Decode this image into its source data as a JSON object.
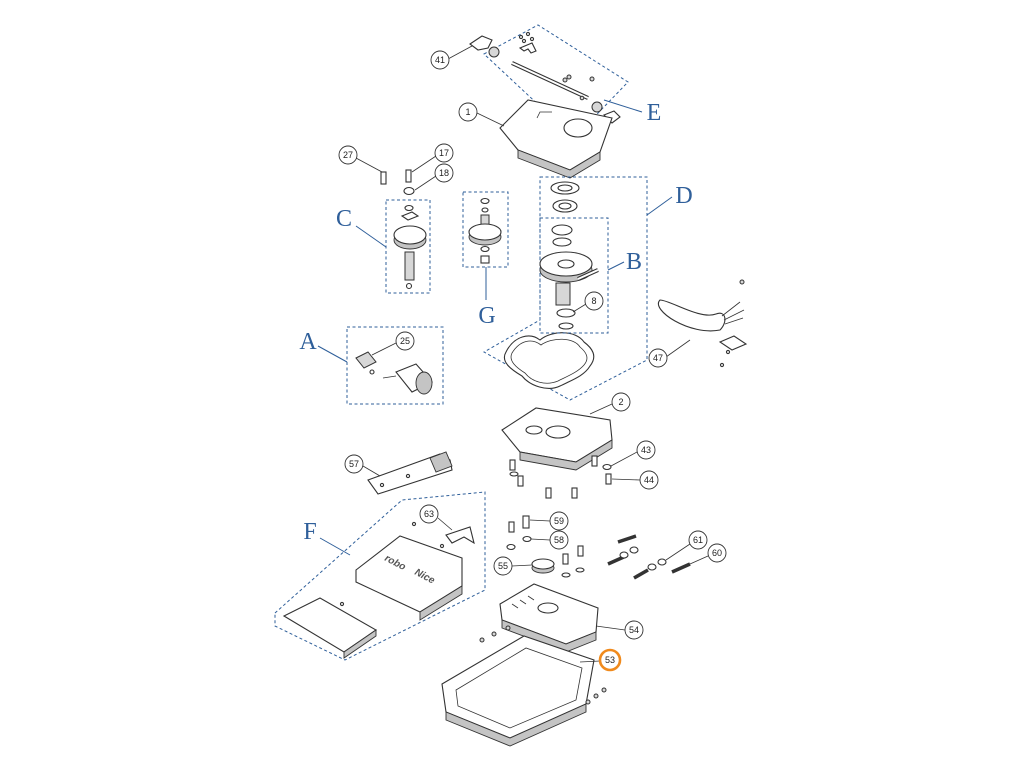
{
  "parts": {
    "p1": "1",
    "p2": "2",
    "p8": "8",
    "p17": "17",
    "p18": "18",
    "p25": "25",
    "p27": "27",
    "p41": "41",
    "p43": "43",
    "p44": "44",
    "p47": "47",
    "p53": "53",
    "p54": "54",
    "p55": "55",
    "p57": "57",
    "p58": "58",
    "p59": "59",
    "p60": "60",
    "p61": "61",
    "p63": "63"
  },
  "groups": {
    "A": "A",
    "B": "B",
    "C": "C",
    "D": "D",
    "E": "E",
    "F": "F",
    "G": "G"
  },
  "highlighted_part": "53",
  "cover_brand": "Nice",
  "cover_model": "robo",
  "colors": {
    "group_outline": "#2f5f9a",
    "highlight": "#f08a1c",
    "line": "#333333"
  }
}
